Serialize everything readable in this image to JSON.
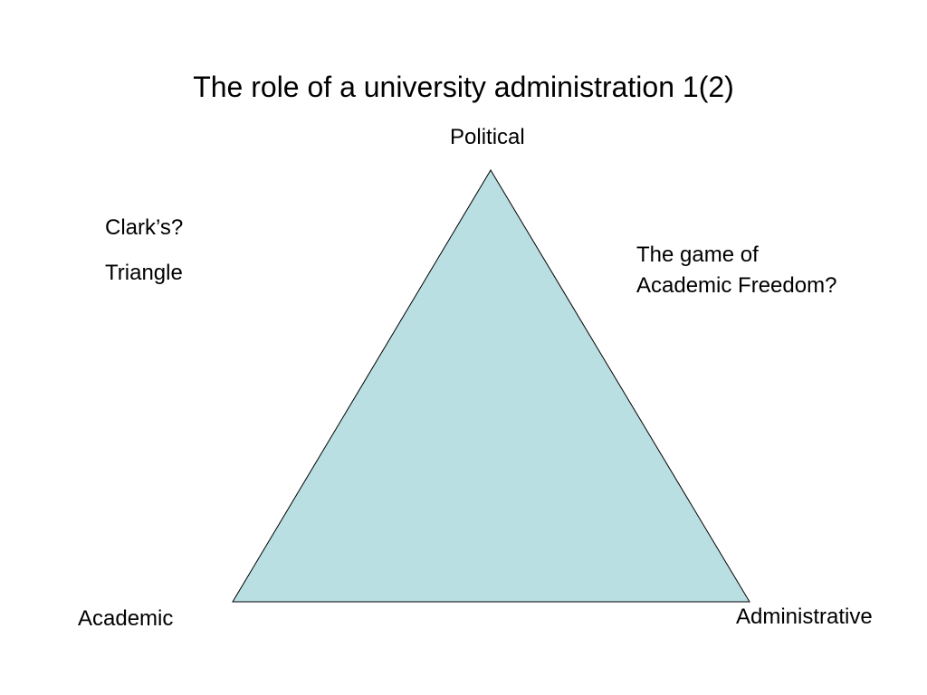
{
  "slide": {
    "title": "The role of a university administration 1(2)"
  },
  "diagram": {
    "fill_color": "#BADFE3",
    "stroke_color": "#000000",
    "vertices": {
      "top": "Political",
      "bottom_left": "Academic",
      "bottom_right": "Administrative"
    }
  },
  "notes": {
    "left": [
      "Clark’s?",
      "Triangle"
    ],
    "right": [
      "The game of",
      "Academic Freedom?"
    ]
  }
}
